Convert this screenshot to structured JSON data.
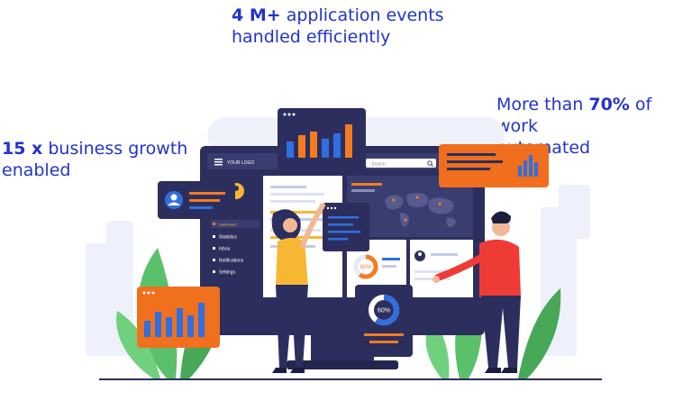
{
  "stats": {
    "top": {
      "bold": "4 M+",
      "line1": " application events",
      "line2": "handled efficiently"
    },
    "right": {
      "pre": "More than ",
      "bold": "70%",
      "post": " of work",
      "line2": "automated"
    },
    "left": {
      "bold": "15 x",
      "post": " business growth",
      "line2": "enabled"
    }
  },
  "monitor": {
    "logo": "YOUR LOGO",
    "search_placeholder": "Search",
    "menu": [
      "Dashboard",
      "Statistics",
      "Inbox",
      "Notifications",
      "Settings"
    ]
  },
  "widgets": {
    "donut_small": "60%",
    "donut_card": "60%"
  },
  "colors": {
    "accent_blue": "#2233cc",
    "navy": "#2c2f5e",
    "orange": "#f47b20",
    "orange_dark": "#e8561b",
    "bar_blue": "#2f6fe0",
    "plant_green": "#5bc06a",
    "person_red": "#ef3b36",
    "person_yellow": "#f7b733"
  },
  "icons": [
    "menu-icon",
    "search-icon",
    "user-icon",
    "world-map-icon"
  ]
}
